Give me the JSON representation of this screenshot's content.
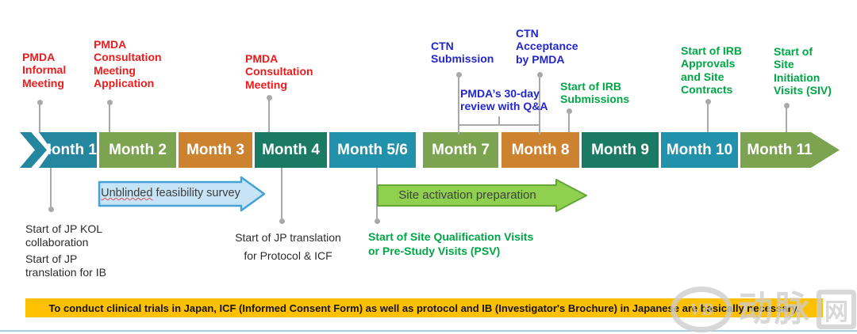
{
  "colors": {
    "teal": "#24869F",
    "teal_bright": "#2191AC",
    "olive_green": "#7CA350",
    "orange": "#CD8230",
    "dark_teal": "#1B7A64",
    "red_label": "#ED1C1C",
    "blue_label": "#2326CE",
    "green_label": "#00A646",
    "connector_gray": "#A9A9A9",
    "feasibility_arrow_fill": "#C6E4F6",
    "feasibility_arrow_border": "#45A1D6",
    "activation_arrow_fill": "#8FD14F",
    "activation_arrow_border": "#63A537",
    "banner_bg": "#FFC000",
    "bottom_rule": "#A9CFE5"
  },
  "timeline": {
    "months": [
      {
        "label": "Month 1"
      },
      {
        "label": "Month 2"
      },
      {
        "label": "Month 3"
      },
      {
        "label": "Month 4"
      },
      {
        "label": "Month 5/6"
      },
      {
        "label": "Month 7"
      },
      {
        "label": "Month 8"
      },
      {
        "label": "Month 9"
      },
      {
        "label": "Month 10"
      },
      {
        "label": "Month 11"
      }
    ],
    "top_milestones": [
      {
        "text": "PMDA\nInformal\nMeeting"
      },
      {
        "text": "PMDA\nConsultation\nMeeting\nApplication"
      },
      {
        "text": "PMDA\nConsultation\nMeeting"
      },
      {
        "text": "CTN\nSubmission"
      },
      {
        "text": "CTN\nAcceptance\nby PMDA"
      },
      {
        "text": "Start of IRB\nSubmissions"
      },
      {
        "text": "Start of IRB\nApprovals\nand Site\nContracts"
      },
      {
        "text": "Start of\nSite\nInitiation\nVisits (SIV)"
      }
    ],
    "review_brace_label": "PMDA’s 30-day\nreview with Q&A",
    "bottom_milestones": [
      {
        "text": "Start of JP KOL\ncollaboration"
      },
      {
        "text": "Start of JP\ntranslation for IB"
      },
      {
        "text": "Start of JP translation\nfor Protocol & ICF"
      },
      {
        "text": "Start of Site Qualification Visits\nor Pre-Study Visits (PSV)"
      }
    ],
    "process_arrows": [
      {
        "label_parts": {
          "word": "Unblinded",
          "rest": " feasibility survey"
        }
      },
      {
        "label": "Site activation preparation"
      }
    ]
  },
  "banner": {
    "text": "To conduct clinical trials in Japan, ICF (Informed Consent Form) as well as protocol and IB (Investigator's Brochure) in Japanese are basically necessary."
  },
  "watermark": {
    "logo": "VB",
    "text": "动脉",
    "boxed_char": "网"
  }
}
